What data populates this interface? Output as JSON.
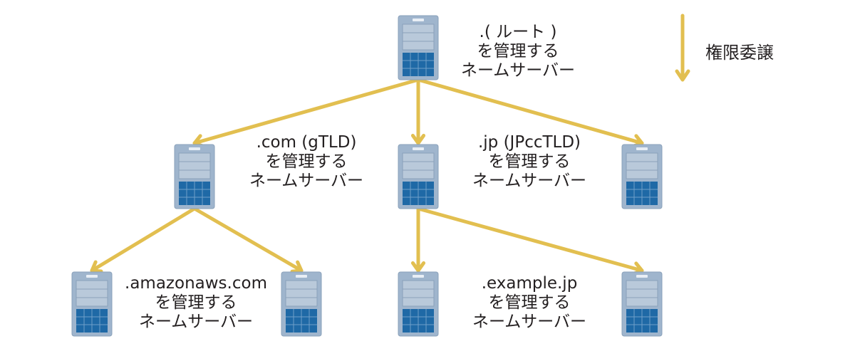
{
  "colors": {
    "arrow": "#e2bf50",
    "server_body": "#9fb5cd",
    "server_stroke": "#8aa1ba",
    "server_panel": "#b9c9da",
    "server_grid": "#1f69a6",
    "server_grid_line": "#6fa0c8"
  },
  "legend": {
    "label": "権限委譲",
    "icon": "arrow-down-icon"
  },
  "servers": [
    {
      "id": "root",
      "icon": "server-icon"
    },
    {
      "id": "com",
      "icon": "server-icon"
    },
    {
      "id": "jp",
      "icon": "server-icon"
    },
    {
      "id": "other-tld",
      "icon": "server-icon"
    },
    {
      "id": "amazonaws-left",
      "icon": "server-icon"
    },
    {
      "id": "amazonaws-right",
      "icon": "server-icon"
    },
    {
      "id": "example-left",
      "icon": "server-icon"
    },
    {
      "id": "example-right",
      "icon": "server-icon"
    }
  ],
  "labels": {
    "root": {
      "line1": ".( ルート )",
      "line2": "を管理する",
      "line3": "ネームサーバー"
    },
    "com": {
      "line1": ".com (gTLD)",
      "line2": "を管理する",
      "line3": "ネームサーバー"
    },
    "jp": {
      "line1": ".jp (JPccTLD)",
      "line2": "を管理する",
      "line3": "ネームサーバー"
    },
    "amazonaws": {
      "line1": ".amazonaws.com",
      "line2": "を管理する",
      "line3": "ネームサーバー"
    },
    "example": {
      "line1": ".example.jp",
      "line2": "を管理する",
      "line3": "ネームサーバー"
    }
  },
  "edges": [
    {
      "from": "root",
      "to": "com"
    },
    {
      "from": "root",
      "to": "jp"
    },
    {
      "from": "root",
      "to": "other-tld"
    },
    {
      "from": "com",
      "to": "amazonaws-left"
    },
    {
      "from": "com",
      "to": "amazonaws-right"
    },
    {
      "from": "jp",
      "to": "example-left"
    },
    {
      "from": "jp",
      "to": "example-right"
    }
  ]
}
